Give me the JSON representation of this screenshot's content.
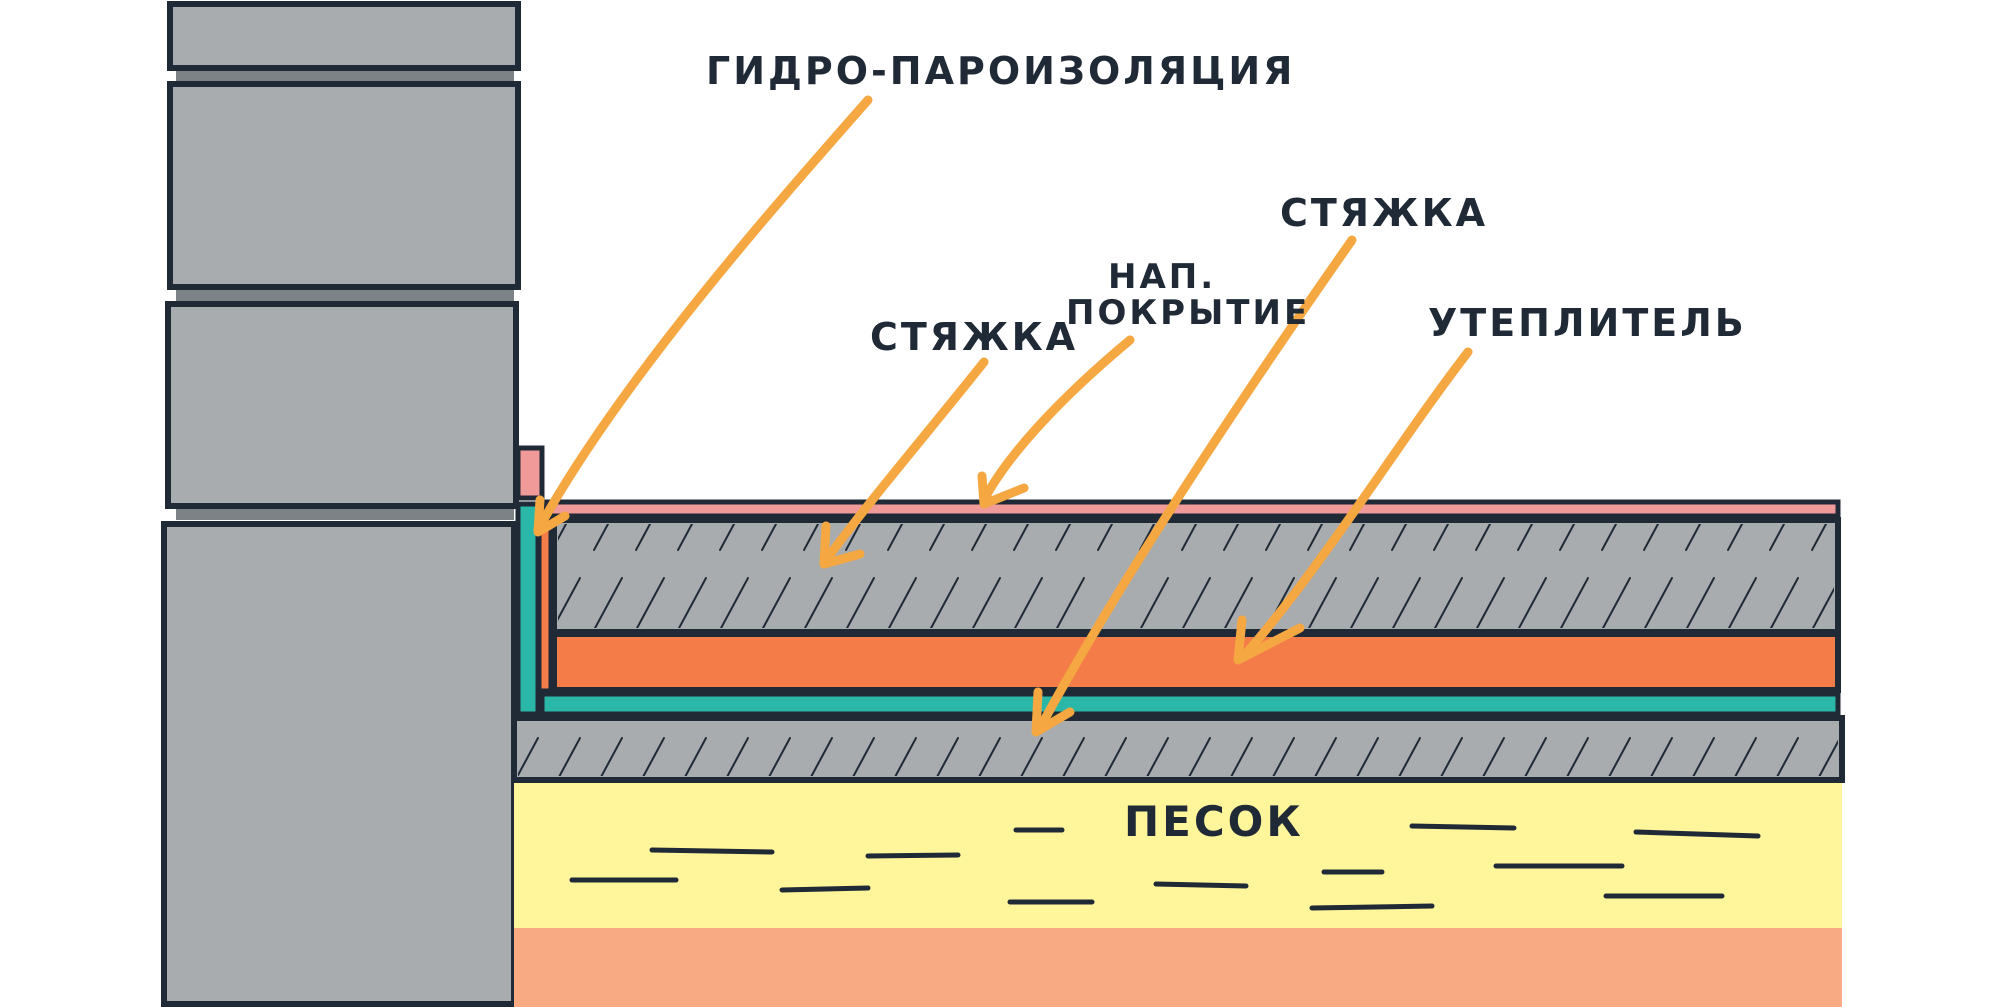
{
  "labels": {
    "vapor_barrier": "ГИДРО-ПАРОИЗОЛЯЦИЯ",
    "screed_top": "СТЯЖКА",
    "floor_covering_line1": "НАП.",
    "floor_covering_line2": "ПОКРЫТИЕ",
    "screed_bottom": "СТЯЖКА",
    "insulation": "УТЕПЛИТЕЛЬ",
    "sand": "ПЕСОК"
  },
  "colors": {
    "outline": "#1f2a36",
    "wall_gray": "#a8acaf",
    "floor_covering_pink": "#f09a9a",
    "insulation_orange": "#f47c48",
    "membrane_teal": "#2bb7a8",
    "sand_yellow": "#fff59a",
    "soil_peach": "#f8ab82",
    "arrow_orange": "#f5a742",
    "background": "#ffffff"
  }
}
